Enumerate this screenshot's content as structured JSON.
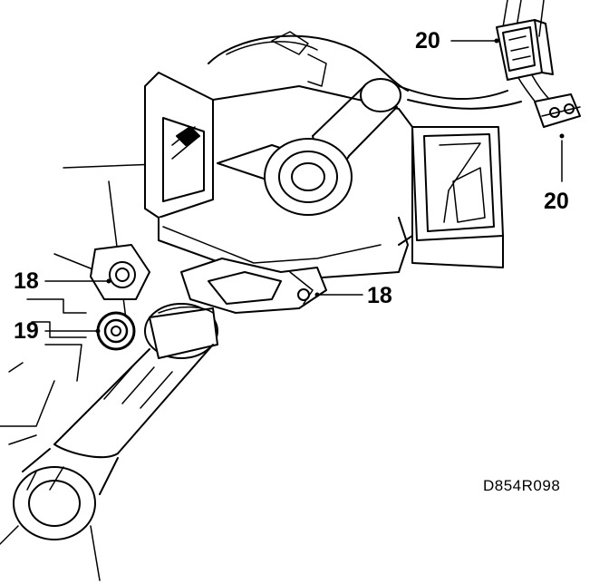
{
  "callouts": {
    "c20_top": "20",
    "c20_bottom": "20",
    "c18_left": "18",
    "c18_right": "18",
    "c19": "19"
  },
  "drawing_code": "D854R098",
  "colors": {
    "line": "#000000",
    "background": "#ffffff"
  }
}
